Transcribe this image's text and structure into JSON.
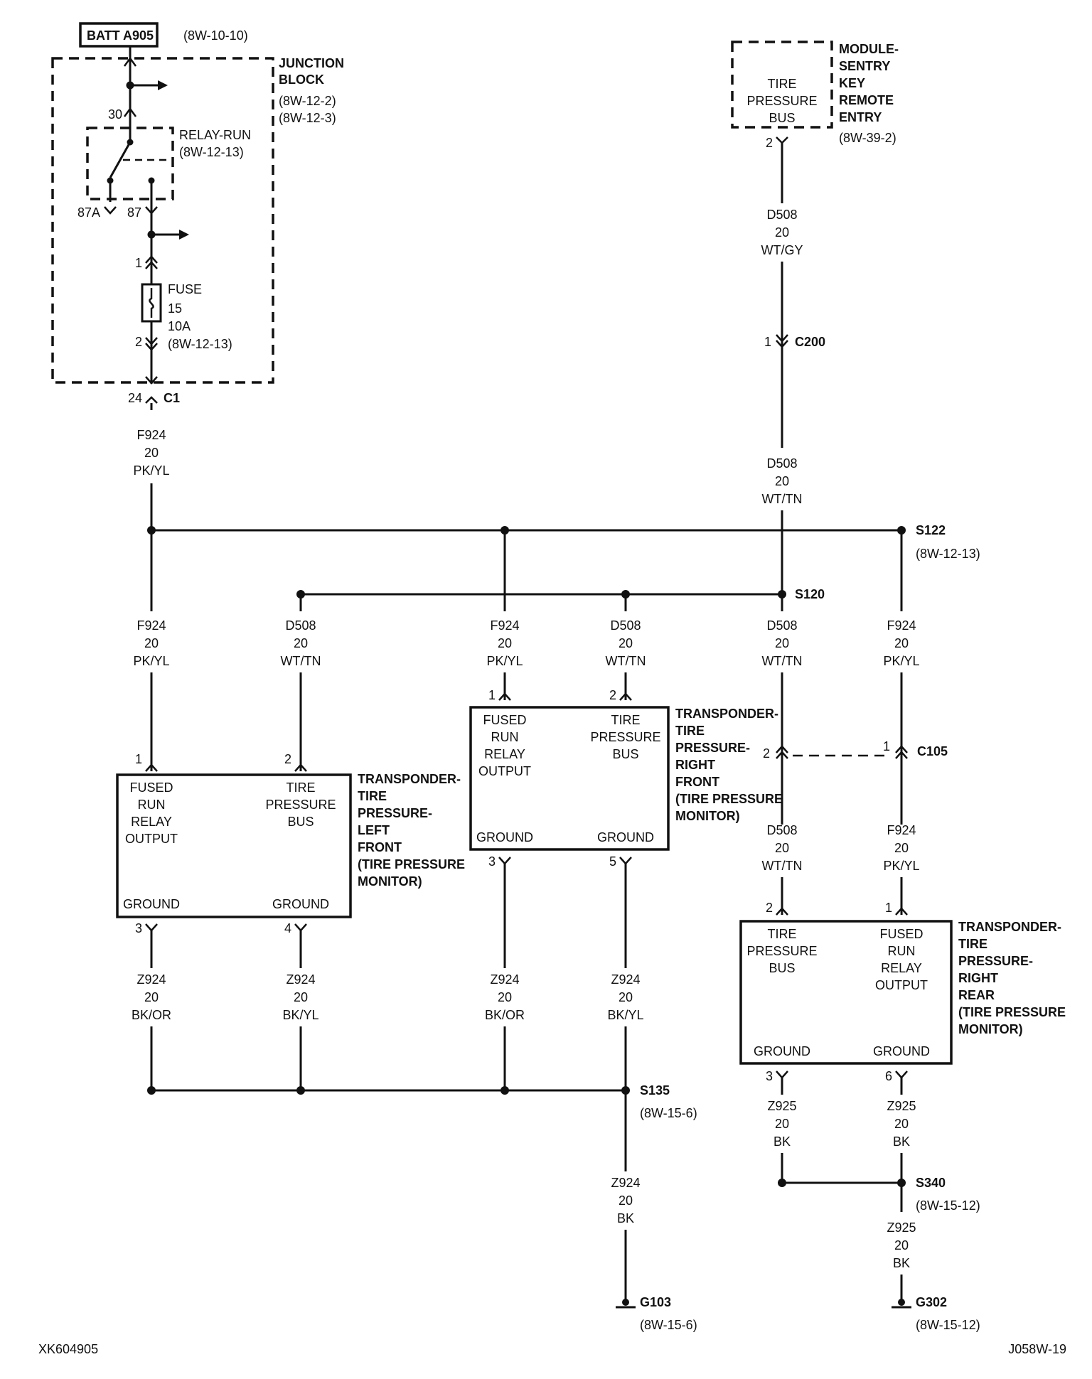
{
  "title_block": {
    "left_code": "XK604905",
    "right_code": "J058W-19"
  },
  "battery": {
    "label": "BATT A905",
    "ref": "(8W-10-10)"
  },
  "junction_block": {
    "name_1": "JUNCTION",
    "name_2": "BLOCK",
    "ref_1": "(8W-12-2)",
    "ref_2": "(8W-12-3)"
  },
  "relay": {
    "name": "RELAY-RUN",
    "ref": "(8W-12-13)",
    "pin_30": "30",
    "pin_87a": "87A",
    "pin_87": "87"
  },
  "fuse": {
    "name": "FUSE",
    "number": "15",
    "rating": "10A",
    "ref": "(8W-12-13)",
    "pin_in": "1",
    "pin_out": "2"
  },
  "connector_c1": {
    "pin": "24",
    "name": "C1"
  },
  "module_ske": {
    "box_1": "TIRE",
    "box_2": "PRESSURE",
    "box_3": "BUS",
    "name_1": "MODULE-",
    "name_2": "SENTRY",
    "name_3": "KEY",
    "name_4": "REMOTE",
    "name_5": "ENTRY",
    "ref": "(8W-39-2)",
    "pin": "2"
  },
  "connector_c200": {
    "pin": "1",
    "name": "C200"
  },
  "connector_c105": {
    "pin_a": "2",
    "pin_b": "1",
    "name": "C105"
  },
  "splices": {
    "s122": {
      "name": "S122",
      "ref": "(8W-12-13)"
    },
    "s120": {
      "name": "S120"
    },
    "s135": {
      "name": "S135",
      "ref": "(8W-15-6)"
    },
    "s340": {
      "name": "S340",
      "ref": "(8W-15-12)"
    }
  },
  "grounds": {
    "g103": {
      "name": "G103",
      "ref": "(8W-15-6)"
    },
    "g302": {
      "name": "G302",
      "ref": "(8W-15-12)"
    }
  },
  "wires": {
    "f924_top": {
      "circuit": "F924",
      "gauge": "20",
      "color": "PK/YL"
    },
    "d508_gy": {
      "circuit": "D508",
      "gauge": "20",
      "color": "WT/GY"
    },
    "d508_tn": {
      "circuit": "D508",
      "gauge": "20",
      "color": "WT/TN"
    },
    "f924_lf": {
      "circuit": "F924",
      "gauge": "20",
      "color": "PK/YL"
    },
    "d508_lf": {
      "circuit": "D508",
      "gauge": "20",
      "color": "WT/TN"
    },
    "f924_rf": {
      "circuit": "F924",
      "gauge": "20",
      "color": "PK/YL"
    },
    "d508_rf": {
      "circuit": "D508",
      "gauge": "20",
      "color": "WT/TN"
    },
    "d508_rr_up": {
      "circuit": "D508",
      "gauge": "20",
      "color": "WT/TN"
    },
    "f924_rr_up": {
      "circuit": "F924",
      "gauge": "20",
      "color": "PK/YL"
    },
    "d508_rr": {
      "circuit": "D508",
      "gauge": "20",
      "color": "WT/TN"
    },
    "f924_rr": {
      "circuit": "F924",
      "gauge": "20",
      "color": "PK/YL"
    },
    "z924_lf3": {
      "circuit": "Z924",
      "gauge": "20",
      "color": "BK/OR"
    },
    "z924_lf4": {
      "circuit": "Z924",
      "gauge": "20",
      "color": "BK/YL"
    },
    "z924_rf3": {
      "circuit": "Z924",
      "gauge": "20",
      "color": "BK/OR"
    },
    "z924_rf5": {
      "circuit": "Z924",
      "gauge": "20",
      "color": "BK/YL"
    },
    "z924_gnd": {
      "circuit": "Z924",
      "gauge": "20",
      "color": "BK"
    },
    "z925_rr3": {
      "circuit": "Z925",
      "gauge": "20",
      "color": "BK"
    },
    "z925_rr6": {
      "circuit": "Z925",
      "gauge": "20",
      "color": "BK"
    },
    "z925_gnd": {
      "circuit": "Z925",
      "gauge": "20",
      "color": "BK"
    }
  },
  "sensor_lf": {
    "name_1": "TRANSPONDER-",
    "name_2": "TIRE",
    "name_3": "PRESSURE-",
    "name_4": "LEFT",
    "name_5": "FRONT",
    "name_6": "(TIRE PRESSURE",
    "name_7": "MONITOR)",
    "fused_1": "FUSED",
    "fused_2": "RUN",
    "fused_3": "RELAY",
    "fused_4": "OUTPUT",
    "bus_1": "TIRE",
    "bus_2": "PRESSURE",
    "bus_3": "BUS",
    "ground_a": "GROUND",
    "ground_b": "GROUND",
    "pin_fused": "1",
    "pin_bus": "2",
    "pin_gnd_a": "3",
    "pin_gnd_b": "4"
  },
  "sensor_rf": {
    "name_1": "TRANSPONDER-",
    "name_2": "TIRE",
    "name_3": "PRESSURE-",
    "name_4": "RIGHT",
    "name_5": "FRONT",
    "name_6": "(TIRE PRESSURE",
    "name_7": "MONITOR)",
    "fused_1": "FUSED",
    "fused_2": "RUN",
    "fused_3": "RELAY",
    "fused_4": "OUTPUT",
    "bus_1": "TIRE",
    "bus_2": "PRESSURE",
    "bus_3": "BUS",
    "ground_a": "GROUND",
    "ground_b": "GROUND",
    "pin_fused": "1",
    "pin_bus": "2",
    "pin_gnd_a": "3",
    "pin_gnd_b": "5"
  },
  "sensor_rr": {
    "name_1": "TRANSPONDER-",
    "name_2": "TIRE",
    "name_3": "PRESSURE-",
    "name_4": "RIGHT",
    "name_5": "REAR",
    "name_6": "(TIRE PRESSURE",
    "name_7": "MONITOR)",
    "bus_1": "TIRE",
    "bus_2": "PRESSURE",
    "bus_3": "BUS",
    "fused_1": "FUSED",
    "fused_2": "RUN",
    "fused_3": "RELAY",
    "fused_4": "OUTPUT",
    "ground_a": "GROUND",
    "ground_b": "GROUND",
    "pin_bus": "2",
    "pin_fused": "1",
    "pin_gnd_a": "3",
    "pin_gnd_b": "6"
  }
}
